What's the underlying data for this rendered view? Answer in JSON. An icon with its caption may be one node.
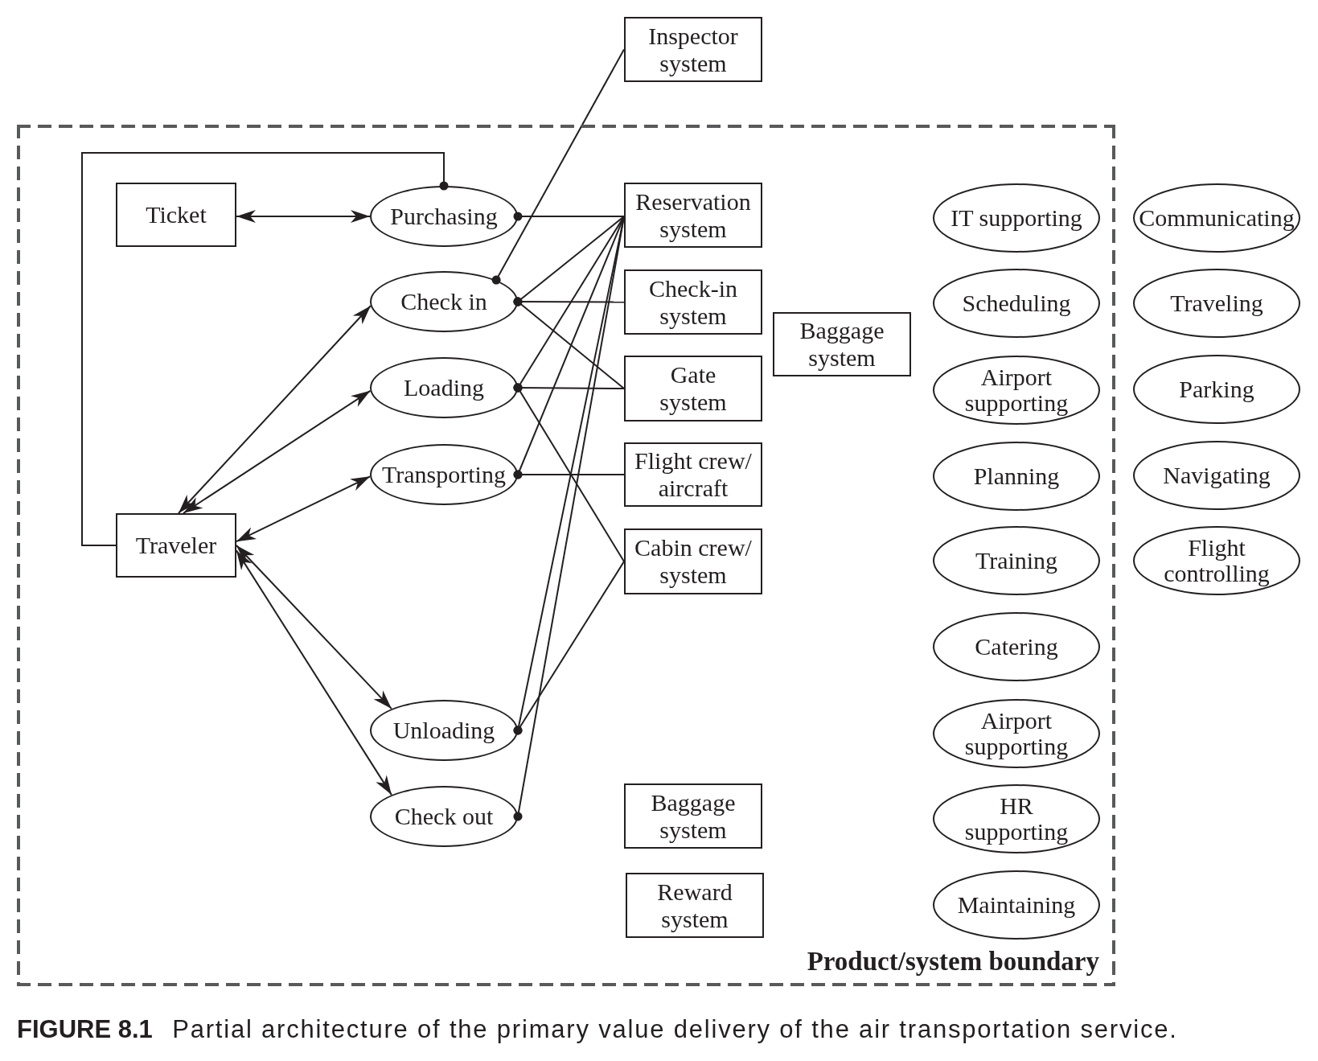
{
  "diagram": {
    "caption": "**FIGURE 8.1** Partial architecture of the primary value delivery of the air transportation service.",
    "nodes": [
      {
        "text": [
          "Inspector system"
        ]
      },
      {
        "text": [
          "Product/system boundary"
        ]
      },
      {
        "text": [
          "Ticket"
        ],
        "in": 1
      },
      {
        "text": [
          "Purchasing"
        ],
        "in": 1
      },
      {
        "text": [
          "Reservation system"
        ],
        "in": 1
      },
      {
        "text": [
          "IT supporting"
        ],
        "in": 1
      },
      {
        "text": [
          "Communicating"
        ]
      },
      {
        "text": [
          "Check in"
        ],
        "in": 1
      },
      {
        "text": [
          "Check-in system"
        ],
        "in": 1
      },
      {
        "text": [
          "Scheduling"
        ],
        "in": 1
      },
      {
        "text": [
          "Traveling"
        ]
      },
      {
        "text": [
          "Baggage system"
        ],
        "in": 1
      },
      {
        "text": [
          "Loading"
        ],
        "in": 1
      },
      {
        "text": [
          "Gate system"
        ],
        "in": 1
      },
      {
        "text": [
          "Airport supporting"
        ],
        "in": 1
      },
      {
        "text": [
          "Parking"
        ]
      },
      {
        "text": [
          "Transporting"
        ],
        "in": 1
      },
      {
        "text": [
          "Flight crew/ aircraft"
        ],
        "in": 1
      },
      {
        "text": [
          "Planning"
        ],
        "in": 1
      },
      {
        "text": [
          "Navigating"
        ]
      },
      {
        "text": [
          "Traveler"
        ],
        "in": 1
      },
      {
        "text": [
          "Cabin crew/ system"
        ],
        "in": 1
      },
      {
        "text": [
          "Training"
        ],
        "in": 1
      },
      {
        "text": [
          "Flight controlling"
        ]
      },
      {
        "text": [
          "Catering"
        ],
        "in": 1
      },
      {
        "text": [
          "Unloading"
        ],
        "in": 1
      },
      {
        "text": [
          "Airport supporting"
        ],
        "in": 1
      },
      {
        "text": [
          "Check out"
        ],
        "in": 1
      },
      {
        "text": [
          "Baggage system"
        ],
        "in": 1
      },
      {
        "text": [
          "HR supporting"
        ],
        "in": 1
      },
      {
        "text": [
          "Reward system"
        ],
        "in": 1
      },
      {
        "text": [
          "Maintaining"
        ],
        "in": 1
      }
    ],
    "edges": [
      {
        "from": 2,
        "to": 3,
        "arrow": "both"
      },
      {
        "from": 3,
        "to": 20,
        "arrow": "other"
      },
      {
        "from": 20,
        "to": 7,
        "arrow": "both"
      },
      {
        "from": 20,
        "to": 12,
        "arrow": "both"
      },
      {
        "from": 20,
        "to": 16,
        "arrow": "both"
      },
      {
        "from": 20,
        "to": 25,
        "arrow": "both"
      },
      {
        "from": 20,
        "to": 27,
        "arrow": "both"
      },
      {
        "from": 3,
        "to": 4,
        "arrow": "other"
      },
      {
        "from": 7,
        "to": 0,
        "arrow": "other"
      },
      {
        "from": 7,
        "to": 4,
        "arrow": "other"
      },
      {
        "from": 7,
        "to": 8,
        "arrow": "other"
      },
      {
        "from": 7,
        "to": 13,
        "arrow": "other"
      },
      {
        "from": 12,
        "to": 4,
        "arrow": "other"
      },
      {
        "from": 12,
        "to": 13,
        "arrow": "other"
      },
      {
        "from": 12,
        "to": 21,
        "arrow": "other"
      },
      {
        "from": 16,
        "to": 4,
        "arrow": "other"
      },
      {
        "from": 16,
        "to": 17,
        "arrow": "other"
      },
      {
        "from": 25,
        "to": 4,
        "arrow": "other"
      },
      {
        "from": 25,
        "to": 21,
        "arrow": "other"
      },
      {
        "from": 27,
        "to": 4,
        "arrow": "other"
      }
    ]
  }
}
